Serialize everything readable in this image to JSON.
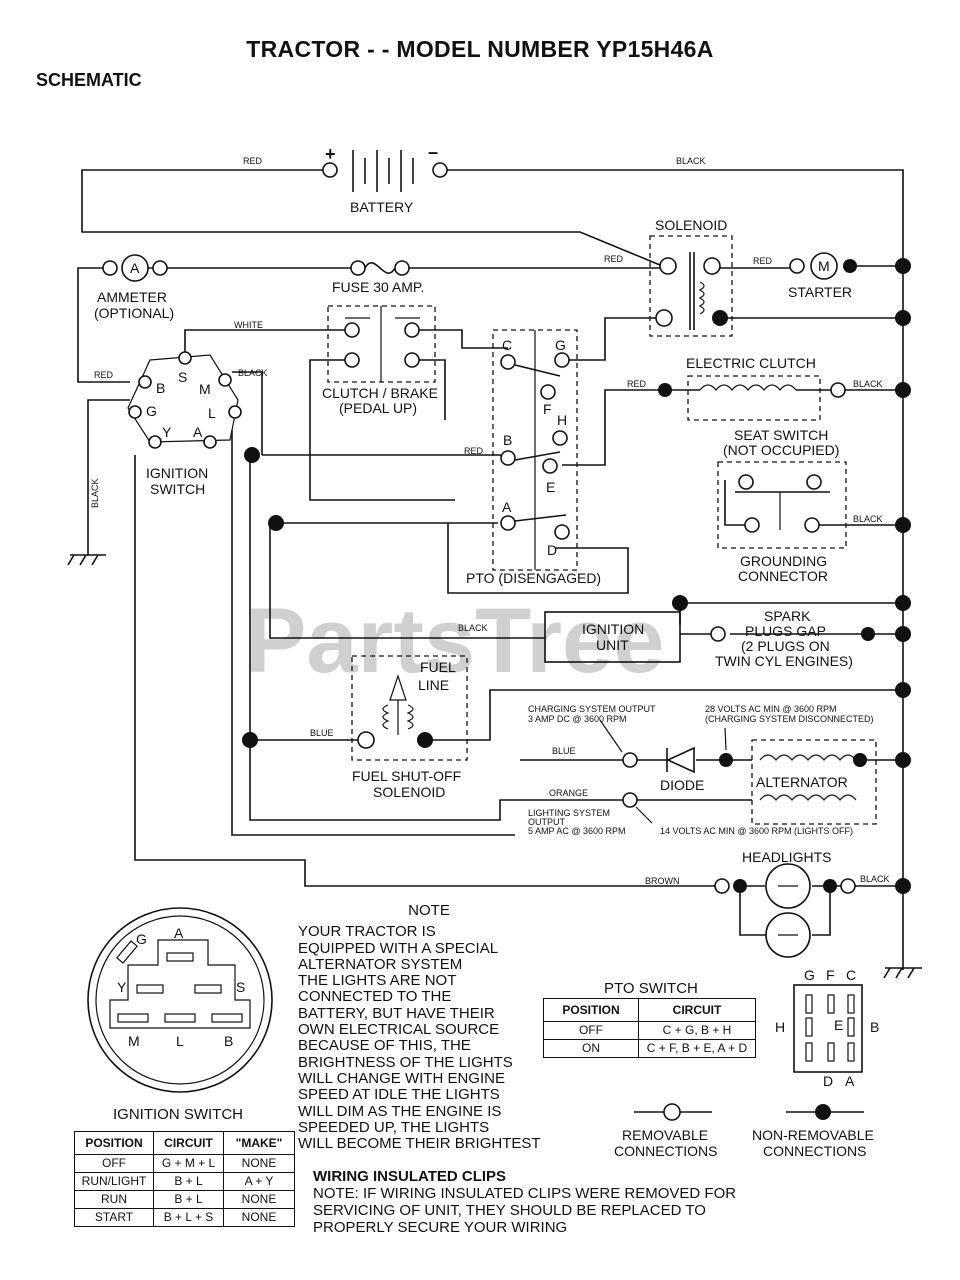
{
  "header": {
    "title": "TRACTOR - - MODEL NUMBER YP15H46A",
    "section": "SCHEMATIC"
  },
  "watermark": "PartsTree",
  "components": {
    "battery": "BATTERY",
    "battery_plus": "+",
    "battery_minus": "–",
    "solenoid": "SOLENOID",
    "starter": "STARTER",
    "starter_symbol": "M",
    "ammeter": "AMMETER",
    "ammeter_note": "(OPTIONAL)",
    "ammeter_symbol": "A",
    "fuse": "FUSE 30 AMP.",
    "clutch_brake": "CLUTCH / BRAKE",
    "clutch_brake_note": "(PEDAL UP)",
    "electric_clutch": "ELECTRIC CLUTCH",
    "seat_switch": "SEAT SWITCH",
    "seat_switch_note": "(NOT OCCUPIED)",
    "grounding": "GROUNDING",
    "connector": "CONNECTOR",
    "ignition_switch": "IGNITION",
    "ignition_switch_2": "SWITCH",
    "pto": "PTO (DISENGAGED)",
    "ignition_unit": "IGNITION",
    "ignition_unit_2": "UNIT",
    "spark": "SPARK",
    "spark_2": "PLUGS GAP",
    "spark_3": "(2 PLUGS ON",
    "spark_4": "TWIN CYL ENGINES)",
    "fuel": "FUEL",
    "fuel_line": "LINE",
    "fuel_solenoid": "FUEL SHUT-OFF",
    "fuel_solenoid_2": "SOLENOID",
    "diode": "DIODE",
    "alternator": "ALTERNATOR",
    "headlights": "HEADLIGHTS"
  },
  "terminals": {
    "ign": [
      "B",
      "S",
      "M",
      "G",
      "L",
      "Y",
      "A"
    ],
    "pto": [
      "C",
      "G",
      "F",
      "H",
      "B",
      "E",
      "A",
      "D"
    ]
  },
  "wires": {
    "red": "RED",
    "black": "BLACK",
    "white": "WHITE",
    "blue": "BLUE",
    "orange": "ORANGE",
    "brown": "BROWN"
  },
  "annotations": {
    "charging_1": "CHARGING SYSTEM OUTPUT",
    "charging_2": "3 AMP DC @ 3600 RPM",
    "volts_1": "28 VOLTS AC MIN @ 3600 RPM",
    "volts_2": "(CHARGING SYSTEM DISCONNECTED)",
    "lighting_1": "LIGHTING SYSTEM",
    "lighting_2": "OUTPUT",
    "lighting_3": "5 AMP AC @ 3600 RPM",
    "volts14": "14 VOLTS AC MIN @ 3600 RPM (LIGHTS OFF)"
  },
  "note": {
    "title": "NOTE",
    "lines": [
      "YOUR TRACTOR IS",
      "EQUIPPED WITH A SPECIAL",
      "ALTERNATOR SYSTEM",
      "THE LIGHTS ARE NOT",
      "CONNECTED TO THE",
      "BATTERY, BUT HAVE THEIR",
      "OWN ELECTRICAL SOURCE",
      "BECAUSE OF THIS, THE",
      "BRIGHTNESS OF THE LIGHTS",
      "WILL CHANGE WITH ENGINE",
      "SPEED   AT IDLE THE LIGHTS",
      "WILL DIM   AS THE ENGINE IS",
      "SPEEDED UP, THE LIGHTS",
      "WILL BECOME THEIR BRIGHTEST"
    ]
  },
  "ignition_diagram": {
    "letters": [
      "G",
      "A",
      "Y",
      "S",
      "M",
      "L",
      "B"
    ],
    "title": "IGNITION SWITCH"
  },
  "ignition_table": {
    "headers": [
      "POSITION",
      "CIRCUIT",
      "\"MAKE\""
    ],
    "rows": [
      [
        "OFF",
        "G + M + L",
        "NONE"
      ],
      [
        "RUN/LIGHT",
        "B + L",
        "A + Y"
      ],
      [
        "RUN",
        "B + L",
        "NONE"
      ],
      [
        "START",
        "B + L + S",
        "NONE"
      ]
    ]
  },
  "pto_table": {
    "title": "PTO SWITCH",
    "headers": [
      "POSITION",
      "CIRCUIT"
    ],
    "rows": [
      [
        "OFF",
        "C + G, B + H"
      ],
      [
        "ON",
        "C + F, B + E, A + D"
      ]
    ]
  },
  "pto_diagram": {
    "top": [
      "G",
      "F",
      "C"
    ],
    "left": "H",
    "center": "E",
    "right": "B",
    "bottom": [
      "D",
      "A"
    ]
  },
  "legend": {
    "removable_1": "REMOVABLE",
    "removable_2": "CONNECTIONS",
    "nonremovable_1": "NON-REMOVABLE",
    "nonremovable_2": "CONNECTIONS"
  },
  "footer": {
    "title": "WIRING INSULATED CLIPS",
    "lines": [
      "NOTE: IF WIRING INSULATED CLIPS WERE REMOVED FOR",
      "SERVICING OF UNIT, THEY SHOULD BE REPLACED TO",
      "PROPERLY SECURE YOUR WIRING"
    ]
  }
}
